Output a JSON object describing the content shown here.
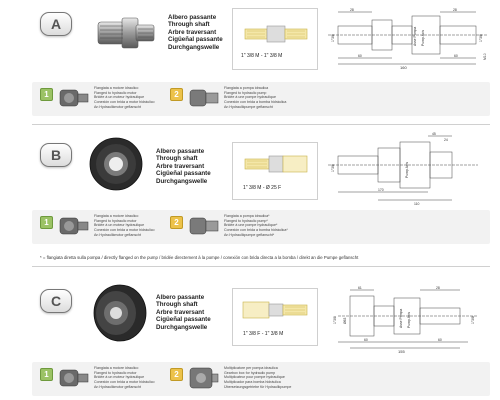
{
  "sections": [
    {
      "letter": "A",
      "names": [
        "Albero passante",
        "Through shaft",
        "Arbre traversant",
        "Cigüeñal passante",
        "Durchgangswelle"
      ],
      "shaft_label": "1\" 3/8 M - 1\" 3/8 M",
      "drawing": {
        "d1": "28",
        "d2": "28",
        "left_total": "60",
        "right_total": "60",
        "overall": "160",
        "label_left": "Asse Pompa",
        "label_right": "Pump Axis",
        "h1": "1\"3/8",
        "h2": "1\"3/8",
        "m": "M10"
      },
      "option1": {
        "num": "1",
        "lines": [
          "Flangiata a motore idraulico",
          "Flanged to hydraulic motor",
          "Bridée à un moteur hydraulique",
          "Conexión con brida a motor hidráulico",
          "An Hydraulikmotor geflanscht"
        ]
      },
      "option2": {
        "num": "2",
        "lines": [
          "Flangiata a pompa idraulica",
          "Flanged to hydraulic pump",
          "Bridée à une pompe hydraulique",
          "Conexión con brida a bomba hidráulica",
          "An Hydraulikpumpe geflanscht"
        ]
      }
    },
    {
      "letter": "B",
      "names": [
        "Albero passante",
        "Through shaft",
        "Arbre traversant",
        "Cigüeñal passante",
        "Durchgangswelle"
      ],
      "shaft_label": "1\" 3/8 M - Ø 25 F",
      "drawing": {
        "d1": "45",
        "d2": "24",
        "left_total": "170",
        "right_total": "110",
        "overall": "",
        "label_left": "Pump Axis",
        "label_right": "",
        "h1": "1\"3/8",
        "h2": "",
        "m": ""
      },
      "option1": {
        "num": "1",
        "lines": [
          "Flangiata a motore idraulico",
          "Flanged to hydraulic motor",
          "Bridée à un moteur hydraulique",
          "Conexión con brida a motor hidráulico",
          "An Hydraulikmotor geflanscht"
        ]
      },
      "option2": {
        "num": "2",
        "lines": [
          "Flangiata a pompa idraulica*",
          "Flanged to hydraulic pump*",
          "Bridée à une pompe hydraulique*",
          "Conexión con brida a bomba hidráulica*",
          "An Hydraulikpumpe geflanscht*"
        ]
      }
    },
    {
      "letter": "C",
      "names": [
        "Albero passante",
        "Through shaft",
        "Arbre traversant",
        "Cigüeñal passante",
        "Durchgangswelle"
      ],
      "shaft_label": "1\" 3/8 F - 1\" 3/8 M",
      "drawing": {
        "d1": "61",
        "d2": "28",
        "left_total": "60",
        "right_total": "60",
        "overall": "155",
        "label_left": "Asse Pompa",
        "label_right": "Pump Axis",
        "h1": "1\"3/8",
        "h2": "1\"3/8",
        "m": "Ø63"
      },
      "option1": {
        "num": "1",
        "lines": [
          "Flangiata a motore idraulico",
          "Flanged to hydraulic motor",
          "Bridée à un moteur hydraulique",
          "Conexión con brida a motor hidráulico",
          "An Hydraulikmotor geflanscht"
        ]
      },
      "option2": {
        "num": "2",
        "lines": [
          "Moltiplicatore per pompa idraulica",
          "Gearbox box for hydraulic pump",
          "Multiplicateur pour pompe hydraulique",
          "Multiplicador para bomba hidráulica",
          "Übersetzungsgetriebe für Hydraulikpumpe"
        ]
      }
    }
  ],
  "footnote": "* = flangiata diretta sulla pompa / directly flanged on the pump / bridée directement à la pompe / conexión con brida directa a la bomba / direkt an die Pumpe geflanscht"
}
